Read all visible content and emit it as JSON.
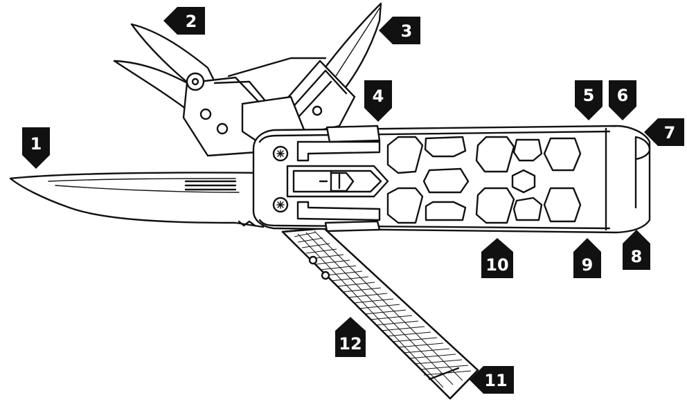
{
  "callouts": [
    {
      "id": "callout-1",
      "text": "1"
    },
    {
      "id": "callout-2",
      "text": "2"
    },
    {
      "id": "callout-3",
      "text": "3"
    },
    {
      "id": "callout-4",
      "text": "4"
    },
    {
      "id": "callout-5",
      "text": "5"
    },
    {
      "id": "callout-6",
      "text": "6"
    },
    {
      "id": "callout-7",
      "text": "7"
    },
    {
      "id": "callout-8",
      "text": "8"
    },
    {
      "id": "callout-9",
      "text": "9"
    },
    {
      "id": "callout-10",
      "text": "10"
    },
    {
      "id": "callout-11",
      "text": "11"
    },
    {
      "id": "callout-12",
      "text": "12"
    }
  ],
  "colors": {
    "ink": "#111111",
    "paper": "#ffffff"
  }
}
